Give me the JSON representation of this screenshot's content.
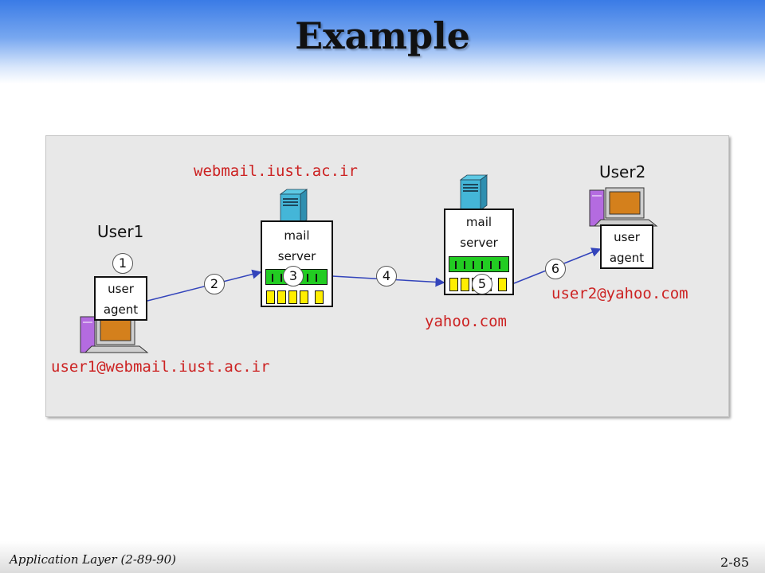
{
  "title": "Example",
  "footer": {
    "left": "Application Layer (2-89-90)",
    "page": "2-85"
  },
  "diagram": {
    "server1_domain": "webmail.iust.ac.ir",
    "server2_domain": "yahoo.com",
    "user1": {
      "name": "User1",
      "email": "user1@webmail.iust.ac.ir",
      "agent_line1": "user",
      "agent_line2": "agent"
    },
    "user2": {
      "name": "User2",
      "email": "user2@yahoo.com",
      "agent_line1": "user",
      "agent_line2": "agent"
    },
    "mail_server": {
      "line1": "mail",
      "line2": "server"
    },
    "steps": [
      "1",
      "2",
      "3",
      "4",
      "5",
      "6"
    ]
  }
}
